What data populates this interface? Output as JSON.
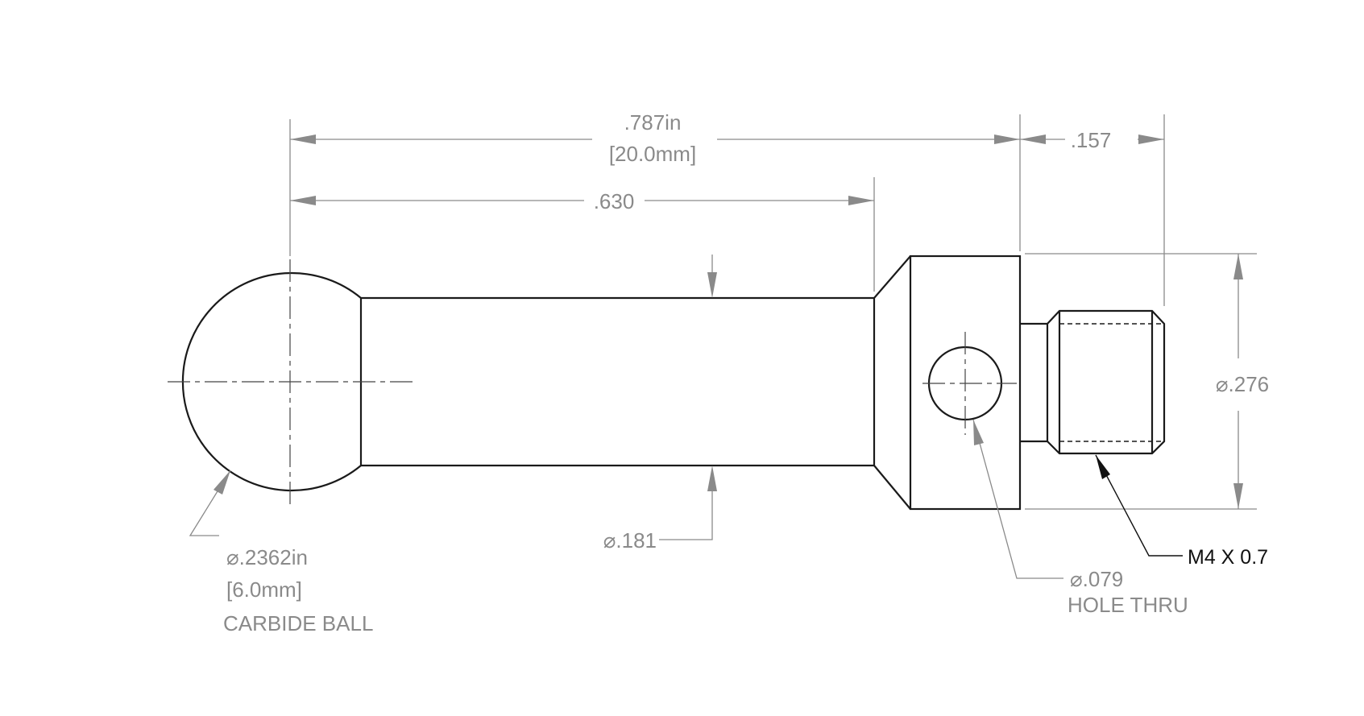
{
  "dimensions": {
    "overall_length": ".787in",
    "overall_length_mm": "[20.0mm]",
    "ball_to_shoulder": ".630",
    "thread_length": ".157",
    "head_diameter": "⌀.276",
    "shaft_diameter": "⌀.181"
  },
  "callouts": {
    "ball_diameter": "⌀.2362in",
    "ball_diameter_mm": "[6.0mm]",
    "ball_material": "CARBIDE BALL",
    "hole_diameter": "⌀.079",
    "hole_note": "HOLE THRU",
    "thread_spec": "M4 X 0.7"
  },
  "colors": {
    "part_outline": "#1a1a1a",
    "dimension": "#8a8a8a"
  }
}
